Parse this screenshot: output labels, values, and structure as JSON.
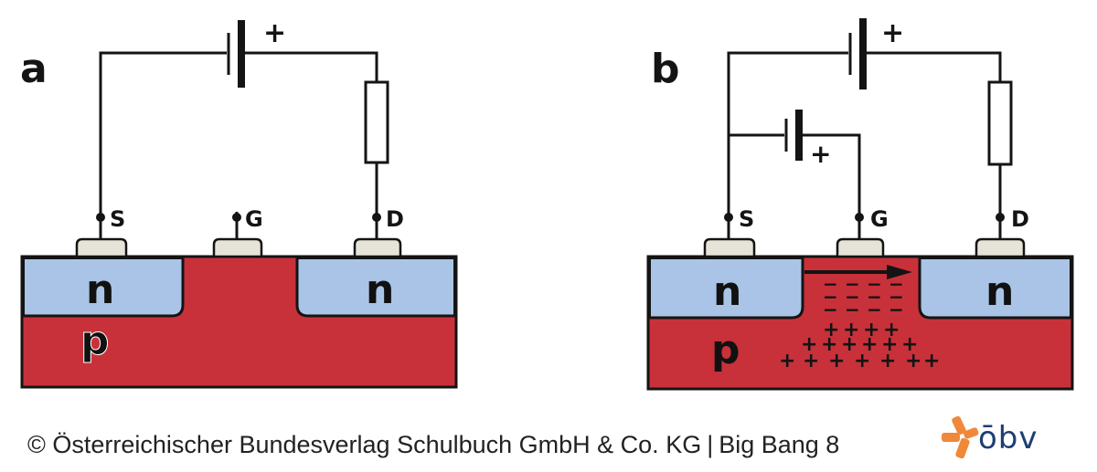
{
  "panel_a": {
    "label": "a",
    "battery_polarity": "+",
    "terminals": {
      "source": "S",
      "gate": "G",
      "drain": "D"
    },
    "regions": {
      "left_n": "n",
      "right_n": "n",
      "substrate": "p"
    }
  },
  "panel_b": {
    "label": "b",
    "battery_polarity": "+",
    "gate_battery_polarity": "+",
    "terminals": {
      "source": "S",
      "gate": "G",
      "drain": "D"
    },
    "regions": {
      "left_n": "n",
      "right_n": "n",
      "substrate": "p"
    },
    "channel_charge": "−",
    "induced_charge": "+"
  },
  "colors": {
    "n_region": "#a9c4e6",
    "p_region": "#c8313a",
    "contact": "#e6e3d8",
    "wire": "#141414",
    "logo_orange": "#f0883a",
    "logo_blue": "#1d3f73"
  },
  "footer": {
    "copyright": "© Österreichischer Bundesverlag Schulbuch GmbH & Co. KG",
    "separator": "|",
    "book": "Big Bang 8",
    "logo_text": "ōbv"
  }
}
